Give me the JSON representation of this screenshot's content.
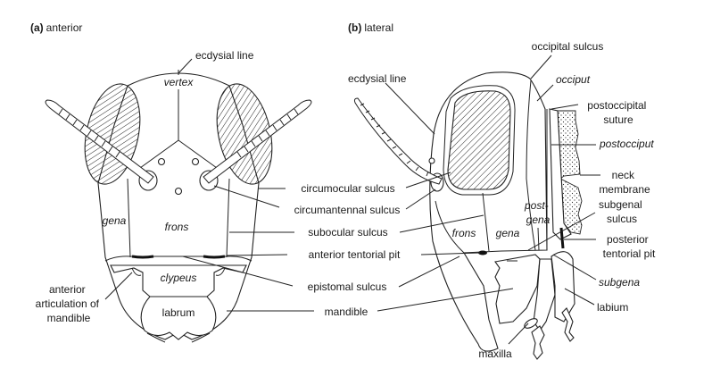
{
  "anterior": {
    "panel_letter": "(a)",
    "panel_title": "anterior",
    "labels": {
      "ecdysial_line": "ecdysial line",
      "vertex": "vertex",
      "gena": "gena",
      "frons": "frons",
      "clypeus": "clypeus",
      "labrum": "labrum",
      "articulation": [
        "anterior",
        "articulation of",
        "mandible"
      ]
    }
  },
  "shared_labels": {
    "circumocular_sulcus": "circumocular sulcus",
    "circumantennal_sulcus": "circumantennal sulcus",
    "subocular_sulcus": "subocular sulcus",
    "anterior_tentorial_pit": "anterior tentorial pit",
    "epistomal_sulcus": "epistomal sulcus",
    "mandible": "mandible"
  },
  "lateral": {
    "panel_letter": "(b)",
    "panel_title": "lateral",
    "labels": {
      "ecdysial_line": "ecdysial line",
      "occipital_sulcus": "occipital sulcus",
      "occiput": "occiput",
      "postoccipital_suture": [
        "postoccipital",
        "suture"
      ],
      "postocciput": "postocciput",
      "neck_membrane": [
        "neck",
        "membrane"
      ],
      "subgenal_sulcus": [
        "subgenal",
        "sulcus"
      ],
      "posterior_tentorial_pit": [
        "posterior",
        "tentorial pit"
      ],
      "subgena": "subgena",
      "labium": "labium",
      "maxilla": "maxilla",
      "postgena": [
        "post-",
        "gena"
      ],
      "frons": "frons",
      "gena": "gena"
    }
  }
}
